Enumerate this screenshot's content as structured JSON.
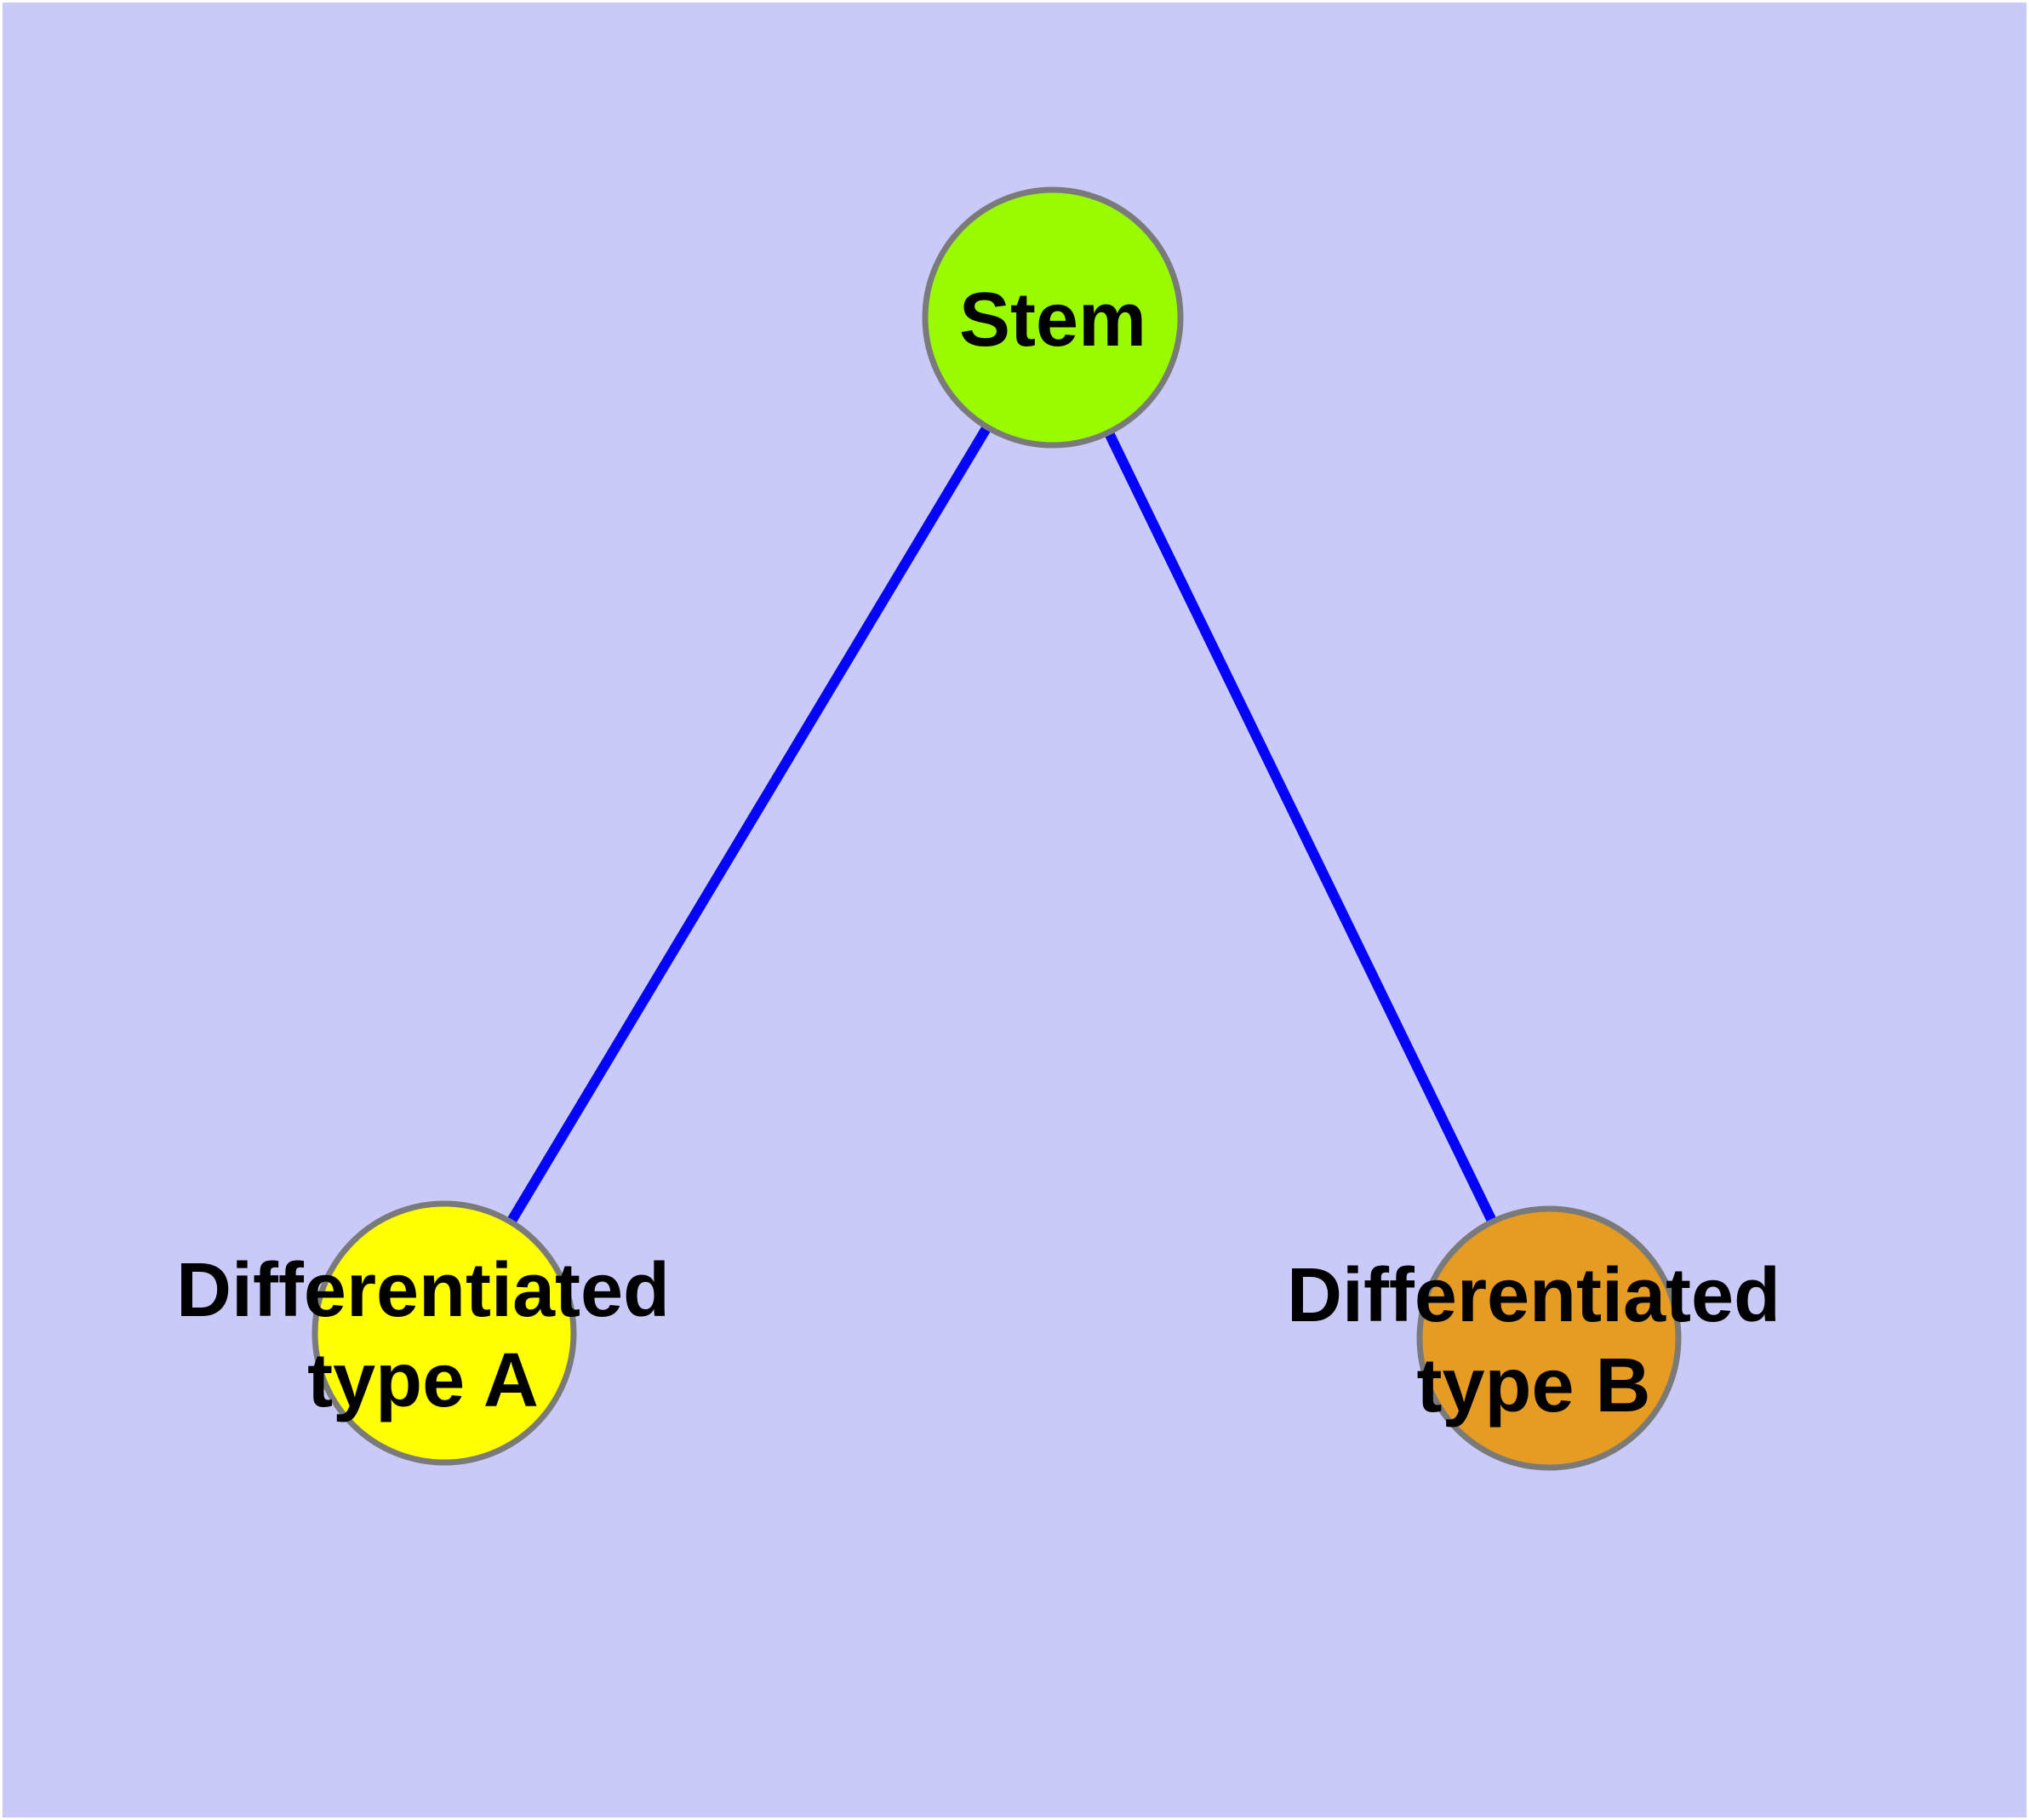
{
  "canvas": {
    "background_color": "#cacaf8",
    "frame_color": "#ffffff"
  },
  "diagram": {
    "type": "node-link-tree",
    "description": "Stem cell differentiation hierarchy: one stem node branching to two differentiated cell type nodes",
    "edge_color": "#0404f8",
    "node_border_color": "#7a7a7a",
    "label_color": "#000000",
    "nodes": [
      {
        "id": "stem",
        "label": "Stem",
        "fill": "#98fb00"
      },
      {
        "id": "differentiated-type-a",
        "label": "Differentiated type A",
        "label_line1": "Differentiated",
        "label_line2": "type A",
        "fill": "#ffff00"
      },
      {
        "id": "differentiated-type-b",
        "label": "Differentiated type B",
        "label_line1": "Differentiated",
        "label_line2": "type B",
        "fill": "#e69b23"
      }
    ],
    "edges": [
      {
        "from": "stem",
        "to": "differentiated-type-a"
      },
      {
        "from": "stem",
        "to": "differentiated-type-b"
      }
    ]
  }
}
